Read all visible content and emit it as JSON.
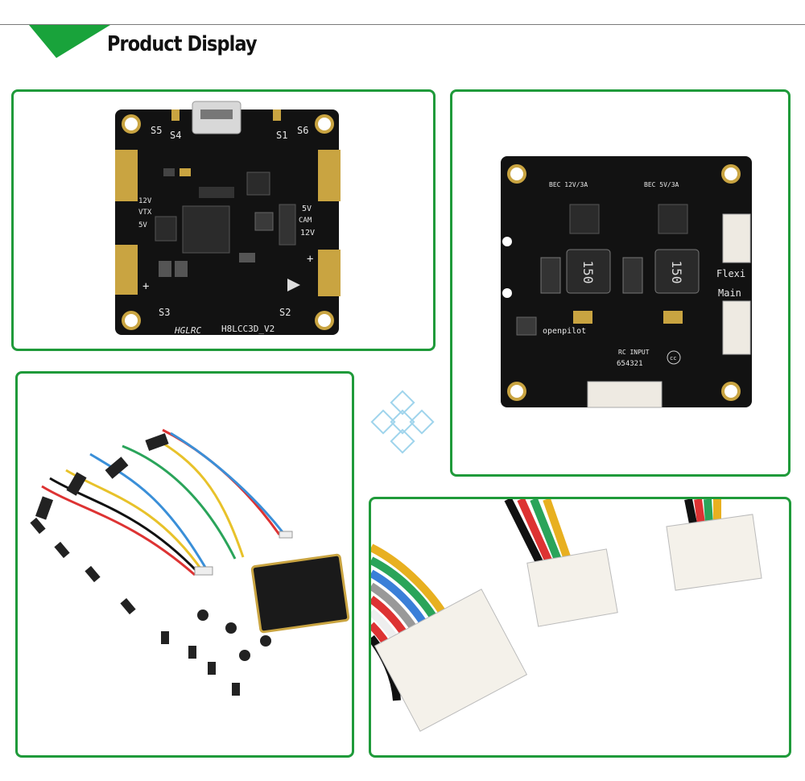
{
  "header": {
    "title": "Product Display"
  },
  "board1": {
    "labels": [
      "S5",
      "S4",
      "S1",
      "S6",
      "S3",
      "S2",
      "5V",
      "CAM",
      "12V",
      "5V",
      "VTX",
      "12V",
      "+",
      "+"
    ],
    "model": "H8LCC3D_V2",
    "brand": "HGLRC"
  },
  "board2": {
    "bec_left": "BEC 12V/3A",
    "bec_right": "BEC 5V/3A",
    "inductor": "150",
    "port_flexi": "Flexi",
    "port_main": "Main",
    "rc_input": "RC INPUT",
    "pins": "654321",
    "brand": "openpilot",
    "cc": "cc"
  },
  "colors": {
    "frame": "#1f9a3a",
    "pcb": "#111111",
    "gold": "#c9a441"
  }
}
